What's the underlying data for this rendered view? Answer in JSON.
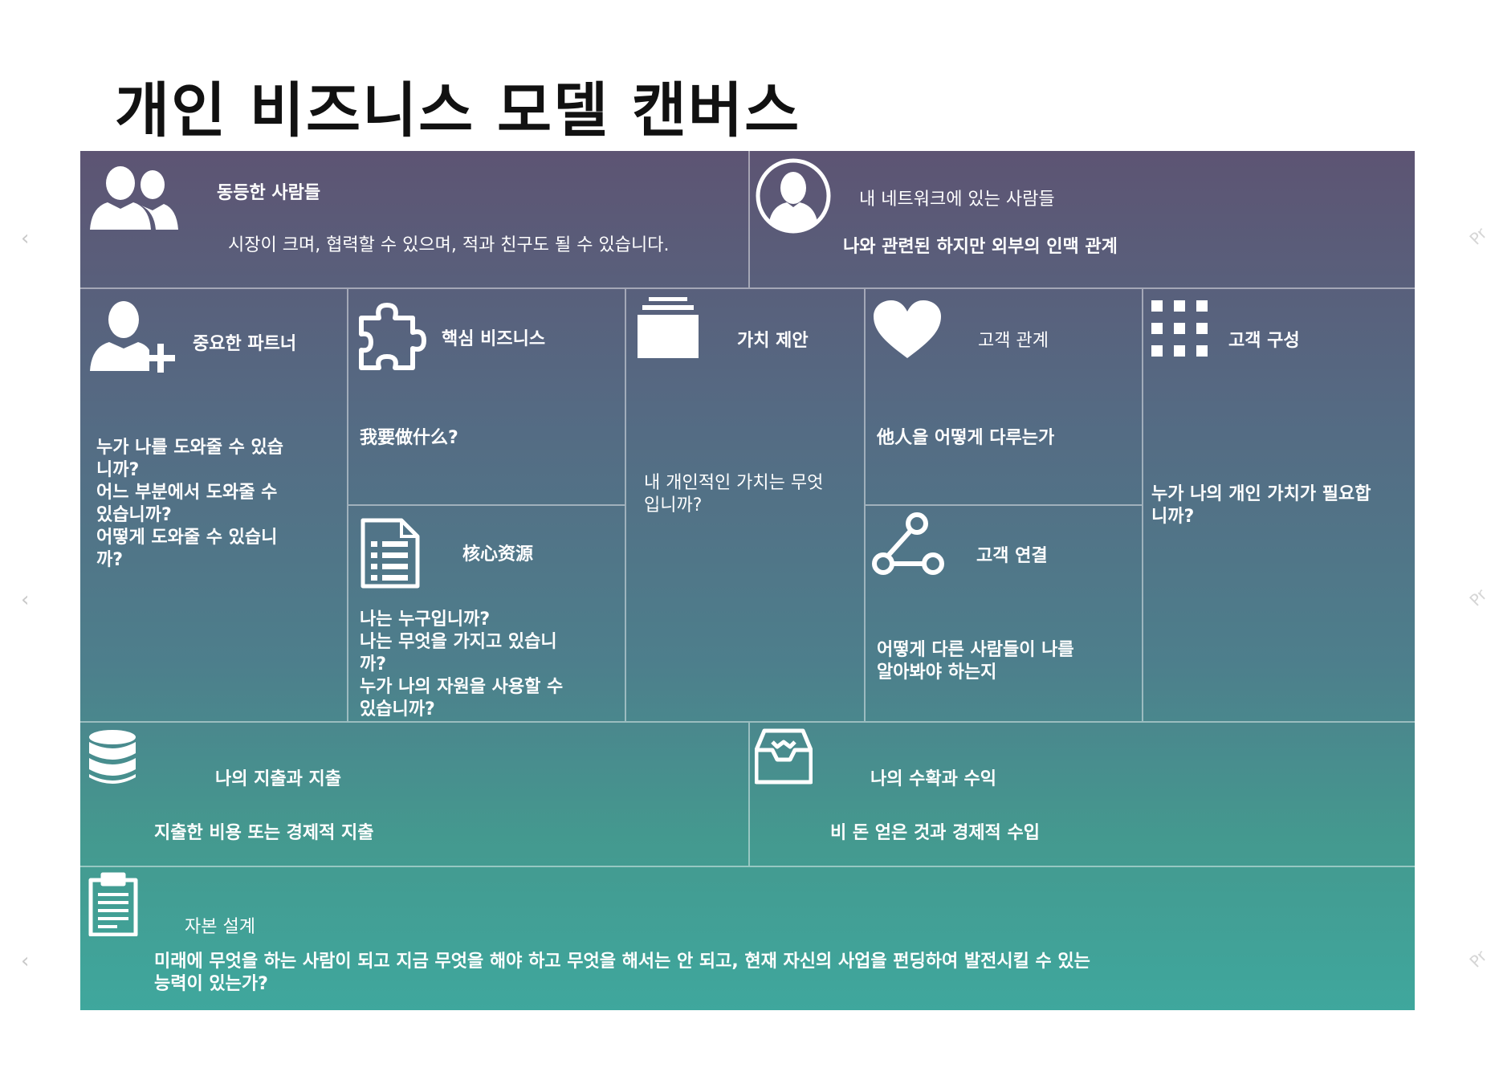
{
  "page": {
    "title": "개인 비즈니스 모델 캔버스"
  },
  "nav": {
    "prev_glyph": "‹"
  },
  "watermark": {
    "text": "Pr"
  },
  "icons": {
    "peers": "two-people-icon",
    "network": "person-circle-icon",
    "partners": "person-plus-icon",
    "business": "puzzle-icon",
    "value": "stack-tray-icon",
    "relation": "heart-icon",
    "segment": "grid-icon",
    "resources": "document-list-icon",
    "channels": "share-nodes-icon",
    "costs": "database-icon",
    "revenue": "inbox-icon",
    "capital": "clipboard-icon"
  },
  "canvas": {
    "peers": {
      "label": "동등한 사람들",
      "text": "시장이 크며, 협력할 수 있으며, 적과 친구도 될 수 있습니다."
    },
    "network": {
      "label": "내 네트워크에 있는 사람들",
      "text": "나와 관련된 하지만 외부의 인맥 관계"
    },
    "partners": {
      "label": "중요한 파트너",
      "lines": [
        "누가 나를 도와줄 수 있습",
        "니까?",
        "어느 부분에서 도와줄 수",
        "있습니까?",
        "어떻게 도와줄 수 있습니",
        "까?"
      ]
    },
    "business": {
      "label": "핵심 비즈니스",
      "text": "我要做什么?"
    },
    "resources": {
      "label": "核心资源",
      "lines": [
        "나는 누구입니까?",
        "나는 무엇을 가지고 있습니",
        "까?",
        "누가 나의 자원을 사용할 수",
        "있습니까?"
      ]
    },
    "value": {
      "label": "가치 제안",
      "lines": [
        "내 개인적인 가치는 무엇",
        "입니까?"
      ]
    },
    "relation": {
      "label": "고객 관계",
      "text": "他人을 어떻게 다루는가"
    },
    "channels": {
      "label": "고객 연결",
      "lines": [
        "어떻게 다른 사람들이 나를",
        "알아봐야 하는지"
      ]
    },
    "segment": {
      "label": "고객 구성",
      "lines": [
        "누가 나의 개인 가치가 필요합",
        "니까?"
      ]
    },
    "costs": {
      "label": "나의 지출과 지출",
      "text": "지출한 비용 또는 경제적 지출"
    },
    "revenue": {
      "label": "나의 수확과 수익",
      "text": "비 돈 얻은 것과 경제적 수입"
    },
    "capital": {
      "label": "자본 설계",
      "lines": [
        "미래에 무엇을 하는 사람이 되고 지금 무엇을 해야 하고 무엇을 해서는 안 되고, 현재 자신의 사업을 펀딩하여 발전시킬 수 있는",
        "능력이 있는가?"
      ]
    }
  }
}
